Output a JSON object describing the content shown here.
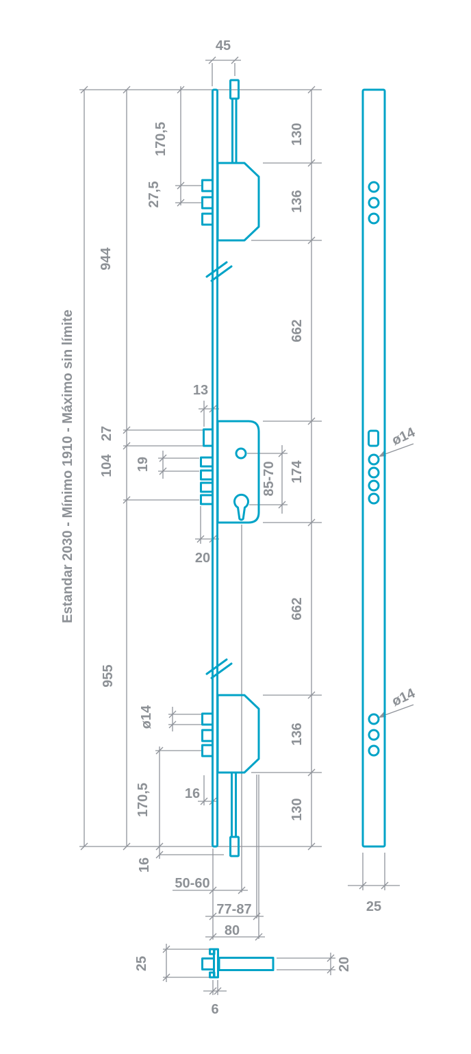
{
  "note": "Estandar 2030 - Mínimo 1910 - Máximo sin límite",
  "colors": {
    "part": "#00a3c7",
    "dim_lines": "#8f939a",
    "dim_text": "#8d9196",
    "background": "#ffffff"
  },
  "labels": {
    "d45": "45",
    "d170_5_top": "170,5",
    "d27_5": "27,5",
    "d944": "944",
    "d130_top": "130",
    "d136_top": "136",
    "d662_top": "662",
    "d13": "13",
    "d27": "27",
    "d104": "104",
    "d19": "19",
    "d85_70": "85-70",
    "d174": "174",
    "dia14_strike_mid": "ø14",
    "d20_throw": "20",
    "d662_bottom": "662",
    "d955": "955",
    "dia14_left": "ø14",
    "dia14_strike_low": "ø14",
    "d136_bottom": "136",
    "d16_rod": "16",
    "d170_5_bottom": "170,5",
    "d130_bottom": "130",
    "d16_bottom": "16",
    "d50_60": "50-60",
    "d77_87": "77-87",
    "d80": "80",
    "d25_strike": "25",
    "d25_profile": "25",
    "d20_profile": "20",
    "d6": "6"
  }
}
